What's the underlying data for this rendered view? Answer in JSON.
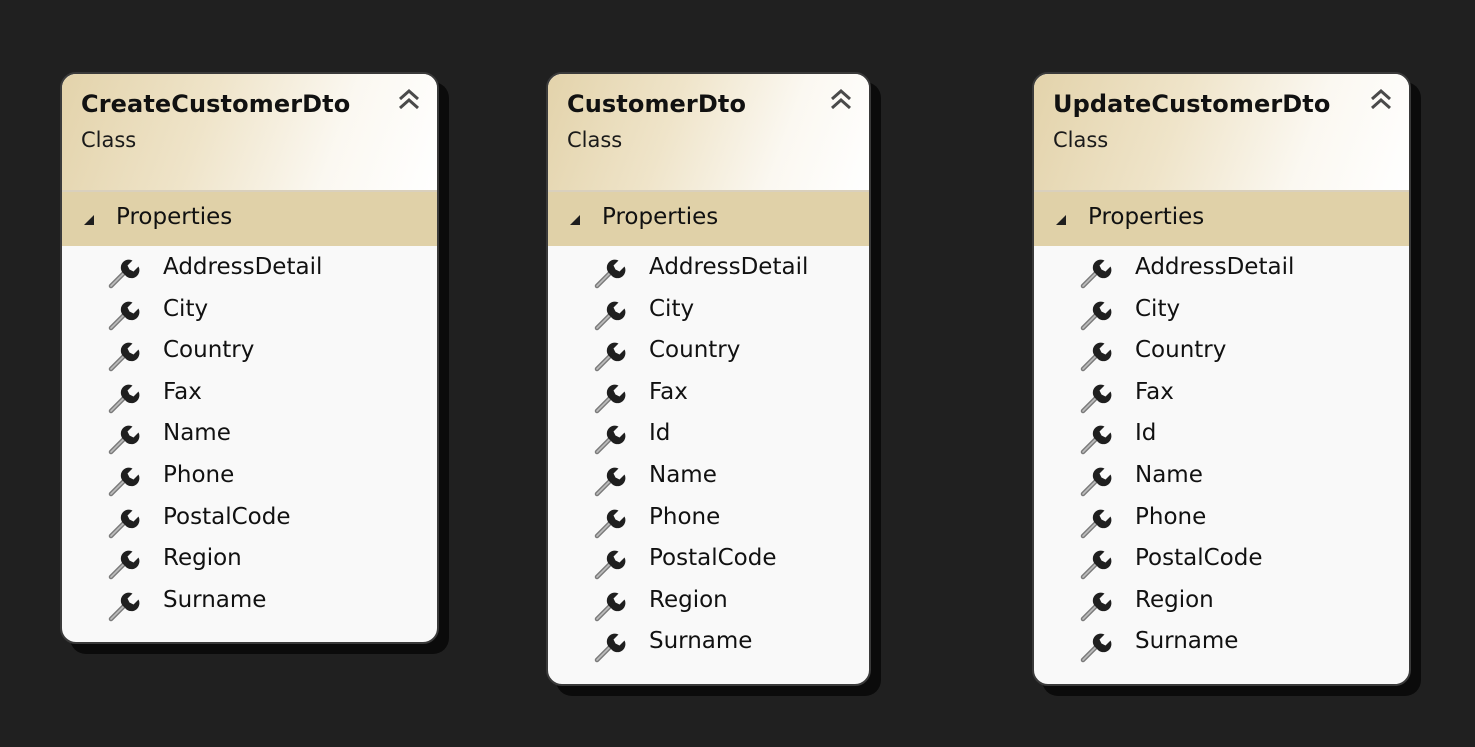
{
  "classes": [
    {
      "name": "CreateCustomerDto",
      "kind": "Class",
      "section": "Properties",
      "properties": [
        "AddressDetail",
        "City",
        "Country",
        "Fax",
        "Name",
        "Phone",
        "PostalCode",
        "Region",
        "Surname"
      ]
    },
    {
      "name": "CustomerDto",
      "kind": "Class",
      "section": "Properties",
      "properties": [
        "AddressDetail",
        "City",
        "Country",
        "Fax",
        "Id",
        "Name",
        "Phone",
        "PostalCode",
        "Region",
        "Surname"
      ]
    },
    {
      "name": "UpdateCustomerDto",
      "kind": "Class",
      "section": "Properties",
      "properties": [
        "AddressDetail",
        "City",
        "Country",
        "Fax",
        "Id",
        "Name",
        "Phone",
        "PostalCode",
        "Region",
        "Surname"
      ]
    }
  ],
  "icons": {
    "collapse": "double-chevron-up-icon",
    "section_toggle": "expanded-triangle-icon",
    "property": "wrench-icon"
  },
  "colors": {
    "background": "#202020",
    "section_header": "#e0d1a8",
    "body": "#f9f9f9"
  }
}
